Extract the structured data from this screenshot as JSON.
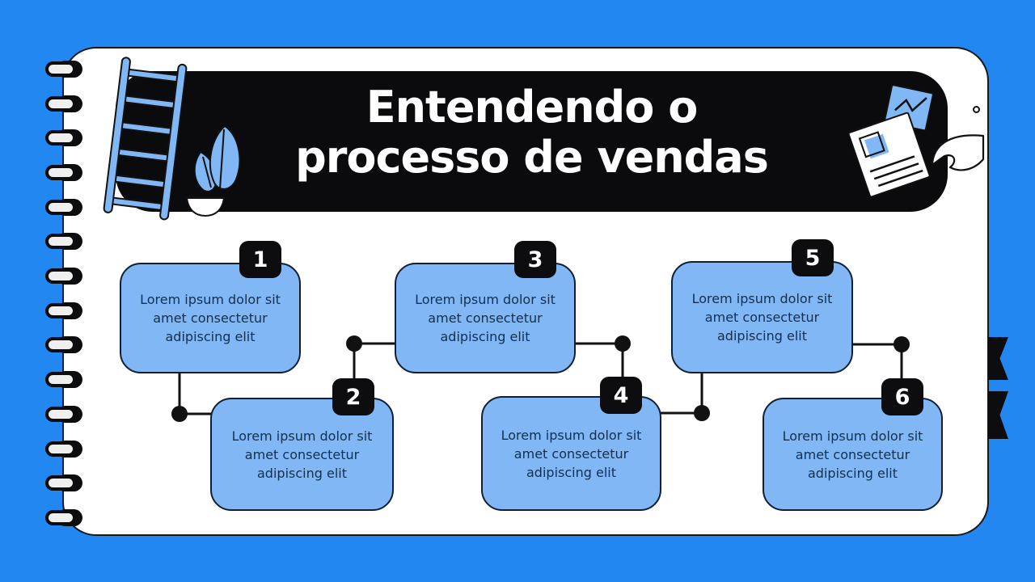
{
  "slide": {
    "title_line1": "Entendendo o",
    "title_line2": "processo de vendas",
    "steps": [
      {
        "number": "1",
        "text": "Lorem ipsum dolor sit amet consectetur adipiscing elit"
      },
      {
        "number": "2",
        "text": "Lorem ipsum dolor sit amet consectetur adipiscing elit"
      },
      {
        "number": "3",
        "text": "Lorem ipsum dolor sit amet consectetur adipiscing elit"
      },
      {
        "number": "4",
        "text": "Lorem ipsum dolor sit amet consectetur adipiscing elit"
      },
      {
        "number": "5",
        "text": "Lorem ipsum dolor sit amet consectetur adipiscing elit"
      },
      {
        "number": "6",
        "text": "Lorem ipsum dolor sit amet consectetur adipiscing elit"
      }
    ]
  },
  "illustrations": [
    "ladder-illustration",
    "plant-illustration",
    "chart-note-illustration",
    "document-illustration",
    "page-curl-illustration",
    "spiral-binding"
  ],
  "colors": {
    "background": "#2387f1",
    "banner": "#0b0b0d",
    "card_fill": "#80b7f4",
    "card_border": "#0f2036",
    "card_text": "#13304e",
    "badge_bg": "#0d0d0f",
    "badge_text": "#ffffff",
    "title_text": "#ffffff",
    "page_bg": "#ffffff",
    "line": "#111111"
  }
}
